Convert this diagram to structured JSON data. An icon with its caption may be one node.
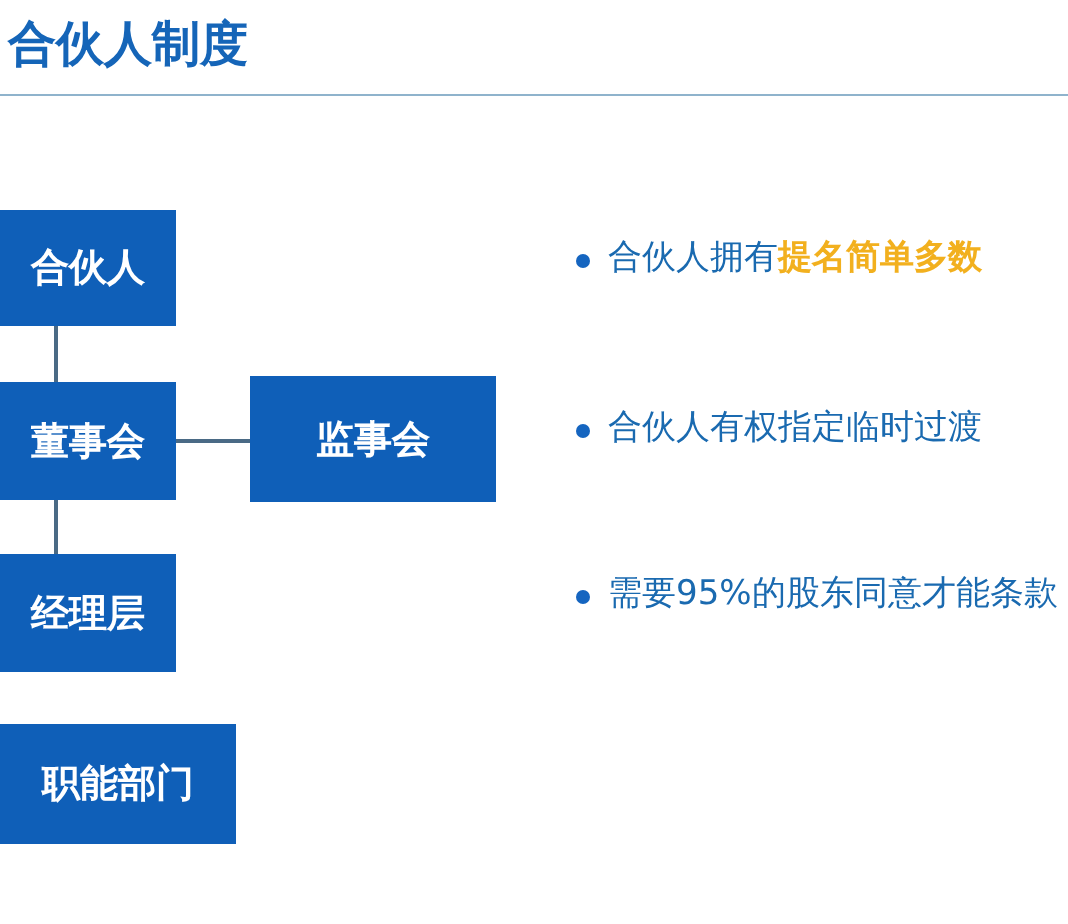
{
  "diagram": {
    "title": "合伙人制度",
    "nodes": [
      {
        "text": [
          "合伙人"
        ]
      },
      {
        "text": [
          "董事会"
        ]
      },
      {
        "text": [
          "监事会"
        ]
      },
      {
        "text": [
          "经理层"
        ]
      },
      {
        "text": [
          "职能部门"
        ]
      }
    ],
    "edges": [
      {
        "from": 0,
        "to": 1,
        "arrow": "none"
      },
      {
        "from": 1,
        "to": 2,
        "arrow": "none"
      },
      {
        "from": 1,
        "to": 3,
        "arrow": "none"
      }
    ],
    "labels": [
      "合伙人拥有**提名简单多数**",
      "合伙人有权指定临时过渡",
      "需要95%的股东同意才能条款"
    ]
  }
}
